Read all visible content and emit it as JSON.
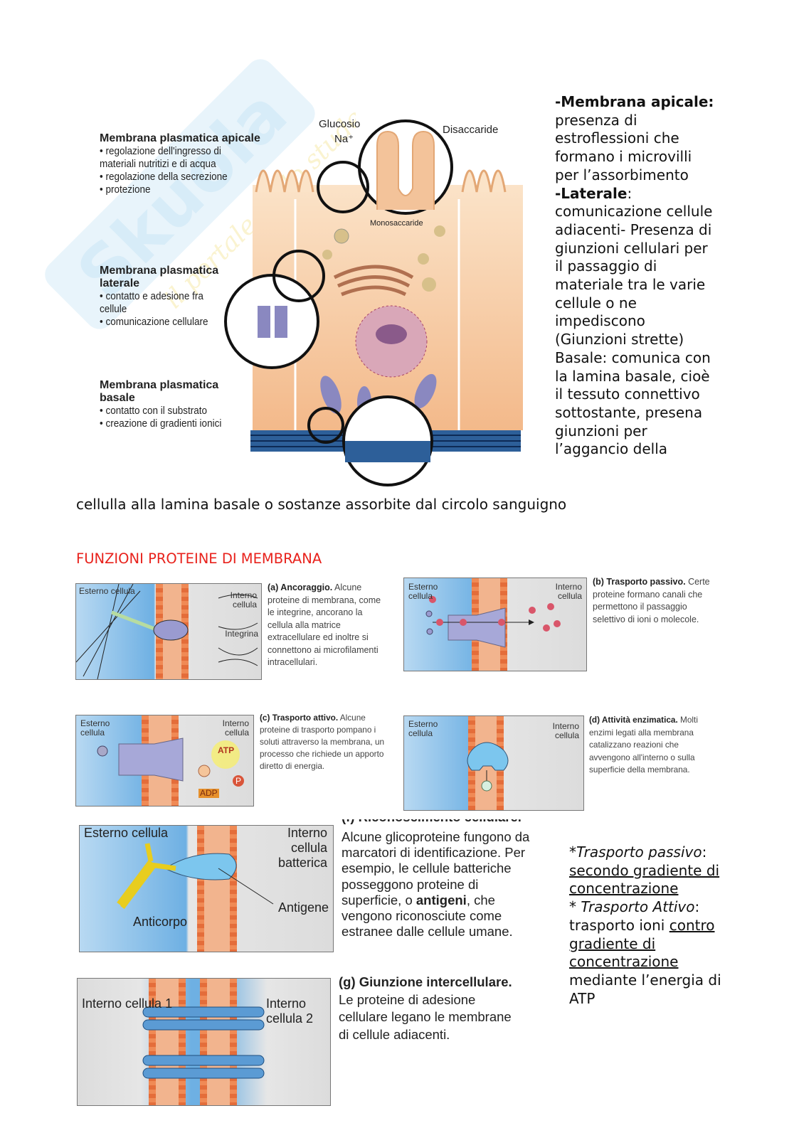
{
  "watermark": "Skuola.net — il portale dello studente",
  "top_diagram": {
    "apical": {
      "title": "Membrana plasmatica apicale",
      "items": [
        "regolazione dell'ingresso di materiali nutritizi e di acqua",
        "regolazione della secrezione",
        "protezione"
      ]
    },
    "lateral": {
      "title": "Membrana plasmatica laterale",
      "items": [
        "contatto e adesione fra cellule",
        "comunicazione cellulare"
      ]
    },
    "basal": {
      "title": "Membrana plasmatica basale",
      "items": [
        "contatto con il substrato",
        "creazione di gradienti ionici"
      ]
    },
    "labels": {
      "glucosio": "Glucosio",
      "na": "Na⁺",
      "disaccaride": "Disaccaride",
      "monosaccaride": "Monosaccaride"
    }
  },
  "side_text": {
    "apicale_b": "-Membrana apicale:",
    "apicale": " presenza di estroflessioni che formano i microvilli per l’assorbimento",
    "laterale_b": "-Laterale",
    "laterale": ": comunicazione cellule adiacenti- Presenza di giunzioni cellulari per il passaggio di materiale tra le varie cellule o ne impediscono (Giunzioni strette) Basale: comunica con la lamina basale, cioè il tessuto connettivo sottostante, presena giunzioni per l’aggancio della",
    "continuation": "cellulla alla lamina basale o sostanze assorbite dal circolo sanguigno"
  },
  "section_heading": "FUNZIONI PROTEINE DI MEMBRANA",
  "panels": {
    "a": {
      "ext": "Esterno cellula",
      "int": "Interno cellula",
      "label": "Integrina",
      "title": "(a) Ancoraggio.",
      "text": " Alcune proteine di membrana, come le integrine, ancorano la cellula alla matrice extracellulare ed inoltre si connettono ai microfilamenti intracellulari."
    },
    "b": {
      "ext": "Esterno cellula",
      "int": "Interno cellula",
      "title": "(b) Trasporto passivo.",
      "text": " Certe proteine formano canali che permettono il passaggio selettivo di ioni o molecole."
    },
    "c": {
      "ext": "Esterno cellula",
      "int": "Interno cellula",
      "atp": "ATP",
      "adp": "ADP",
      "p": "P",
      "title": "(c) Trasporto attivo.",
      "text": " Alcune proteine di trasporto pompano i soluti attraverso la membrana, un processo che richiede un apporto diretto di energia."
    },
    "d": {
      "ext": "Esterno cellula",
      "int": "Interno cellula",
      "title": "(d) Attività enzimatica.",
      "text": " Molti enzimi legati alla membrana catalizzano reazioni che avvengono all'interno o sulla superficie della membrana."
    },
    "f": {
      "ext": "Esterno cellula",
      "int": "Interno cellula batterica",
      "antibody": "Anticorpo",
      "antigen": "Antigene",
      "title": "(f) Riconoscimento cellulare.",
      "text_1": "Alcune glicoproteine fungono da marcatori di identificazione. Per esempio, le cellule batteriche posseggono proteine di superficie, o ",
      "text_b": "antigeni",
      "text_2": ", che vengono riconosciute come estranee dalle cellule umane."
    },
    "g": {
      "int1": "Interno cellula 1",
      "int2": "Interno cellula 2",
      "title": "(g) Giunzione intercellulare.",
      "text": " Le proteine di adesione cellulare legano le membrane di cellule adiacenti."
    }
  },
  "notes": {
    "passive_title": "Trasporto passivo",
    "passive_text": "secondo gradiente di concentrazione",
    "active_title": "Trasporto Attivo",
    "active_pre": "trasporto ioni ",
    "active_u": "contro gradiente di concentrazione",
    "active_post": " mediante l’energia di ATP"
  }
}
